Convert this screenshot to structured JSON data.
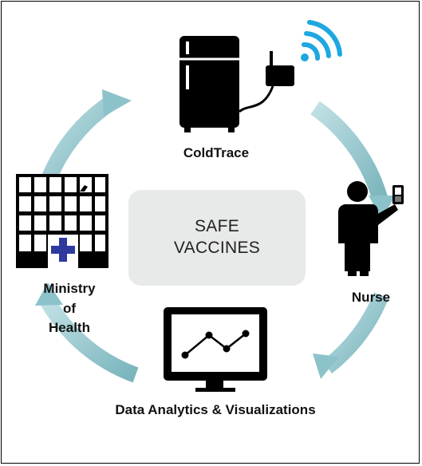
{
  "nodes": {
    "coldtrace": "ColdTrace",
    "nurse": "Nurse",
    "data_analytics": "Data Analytics & Visualizations",
    "ministry": [
      "Ministry",
      "of",
      "Health"
    ]
  },
  "center": {
    "line1": "SAFE",
    "line2": "VACCINES"
  },
  "colors": {
    "cycle_arrow": "#a7d4da",
    "cycle_arrow_dark": "#6aaab3",
    "icon": "#000000",
    "wifi": "#1ea7e1",
    "cross": "#2e3a9e",
    "center_box": "#e8e9e9"
  },
  "icons": [
    "fridge-icon",
    "wifi-icon",
    "sensor-icon",
    "nurse-icon",
    "phone-icon",
    "monitor-icon",
    "hospital-building-icon",
    "cross-icon"
  ]
}
